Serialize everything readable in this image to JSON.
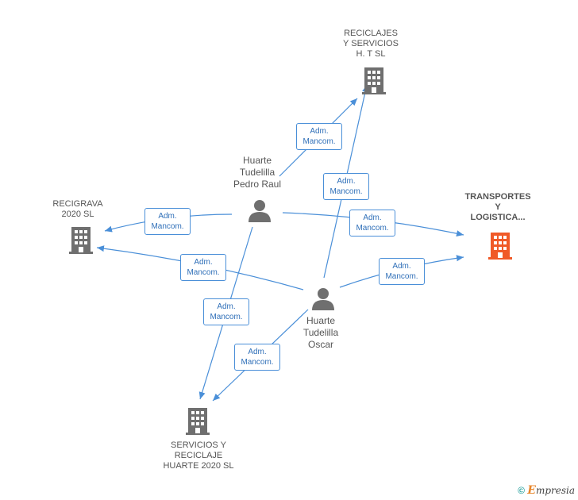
{
  "nodes": {
    "reciclajes": {
      "label": [
        "RECICLAJES",
        "Y SERVICIOS",
        "H. T SL"
      ]
    },
    "recigrava": {
      "label": [
        "RECIGRAVA",
        "2020 SL"
      ]
    },
    "transportes": {
      "label": [
        "TRANSPORTES",
        "Y",
        "LOGISTICA..."
      ]
    },
    "servicios": {
      "label": [
        "SERVICIOS Y",
        "RECICLAJE",
        "HUARTE 2020 SL"
      ]
    },
    "pedro": {
      "label": [
        "Huarte",
        "Tudelilla",
        "Pedro Raul"
      ]
    },
    "oscar": {
      "label": [
        "Huarte",
        "Tudelilla",
        "Oscar"
      ]
    }
  },
  "relation": {
    "line1": "Adm.",
    "line2": "Mancom."
  },
  "colors": {
    "edge": "#4a8fd8",
    "building": "#6f6f6f",
    "focus_building": "#f05a28",
    "person": "#6f6f6f"
  },
  "footer": {
    "copyright": "©",
    "brand_initial": "E",
    "brand_rest": "mpresia"
  }
}
